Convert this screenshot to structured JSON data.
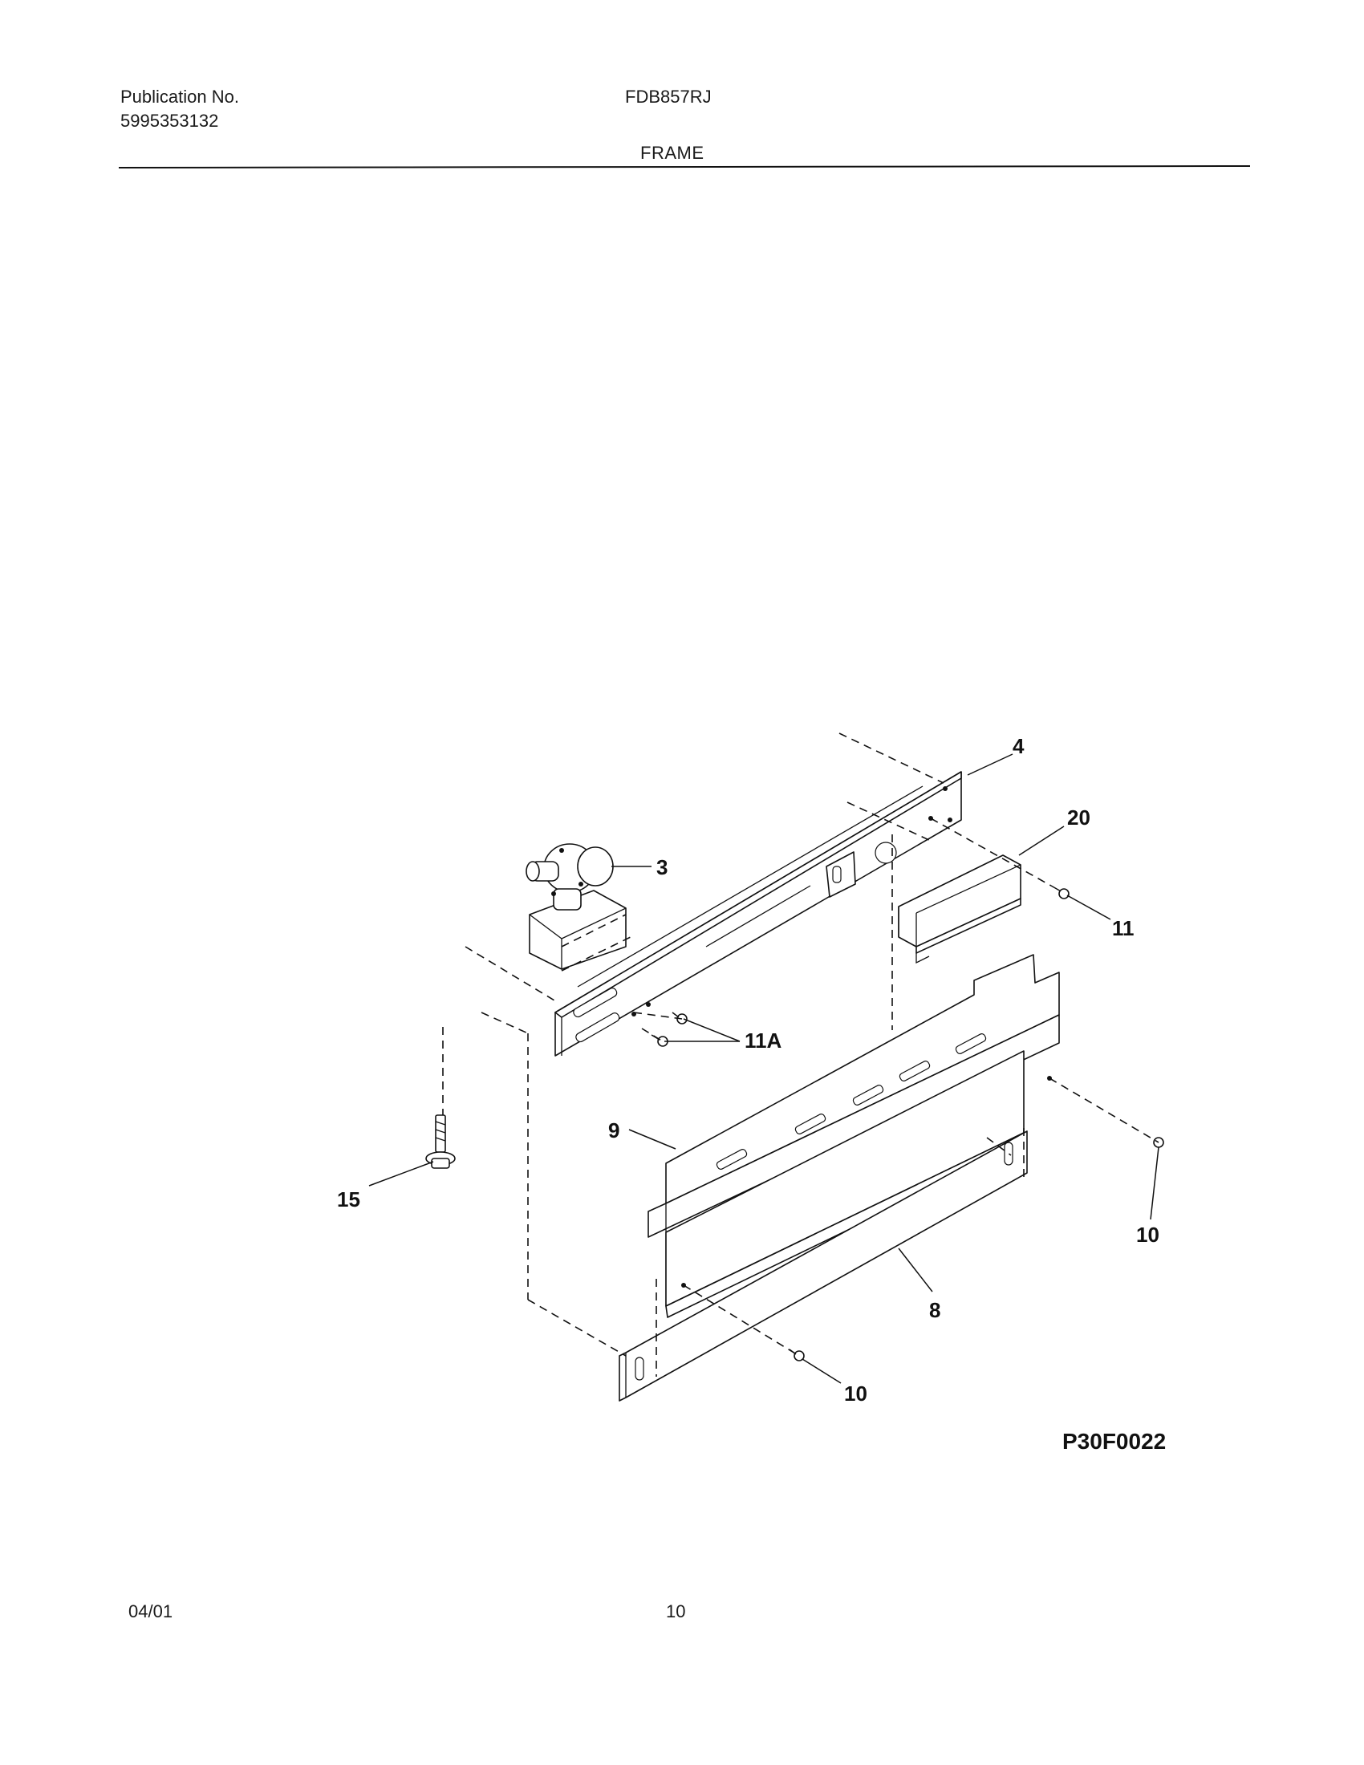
{
  "header": {
    "publication_label": "Publication No.",
    "publication_number": "5995353132",
    "model": "FDB857RJ",
    "section_title": "FRAME"
  },
  "diagram": {
    "callouts": {
      "p3": "3",
      "p4": "4",
      "p8": "8",
      "p9": "9",
      "p10a": "10",
      "p10b": "10",
      "p11": "11",
      "p11a": "11A",
      "p15": "15",
      "p20": "20"
    },
    "figure_code": "P30F0022"
  },
  "footer": {
    "date": "04/01",
    "page_number": "10"
  }
}
